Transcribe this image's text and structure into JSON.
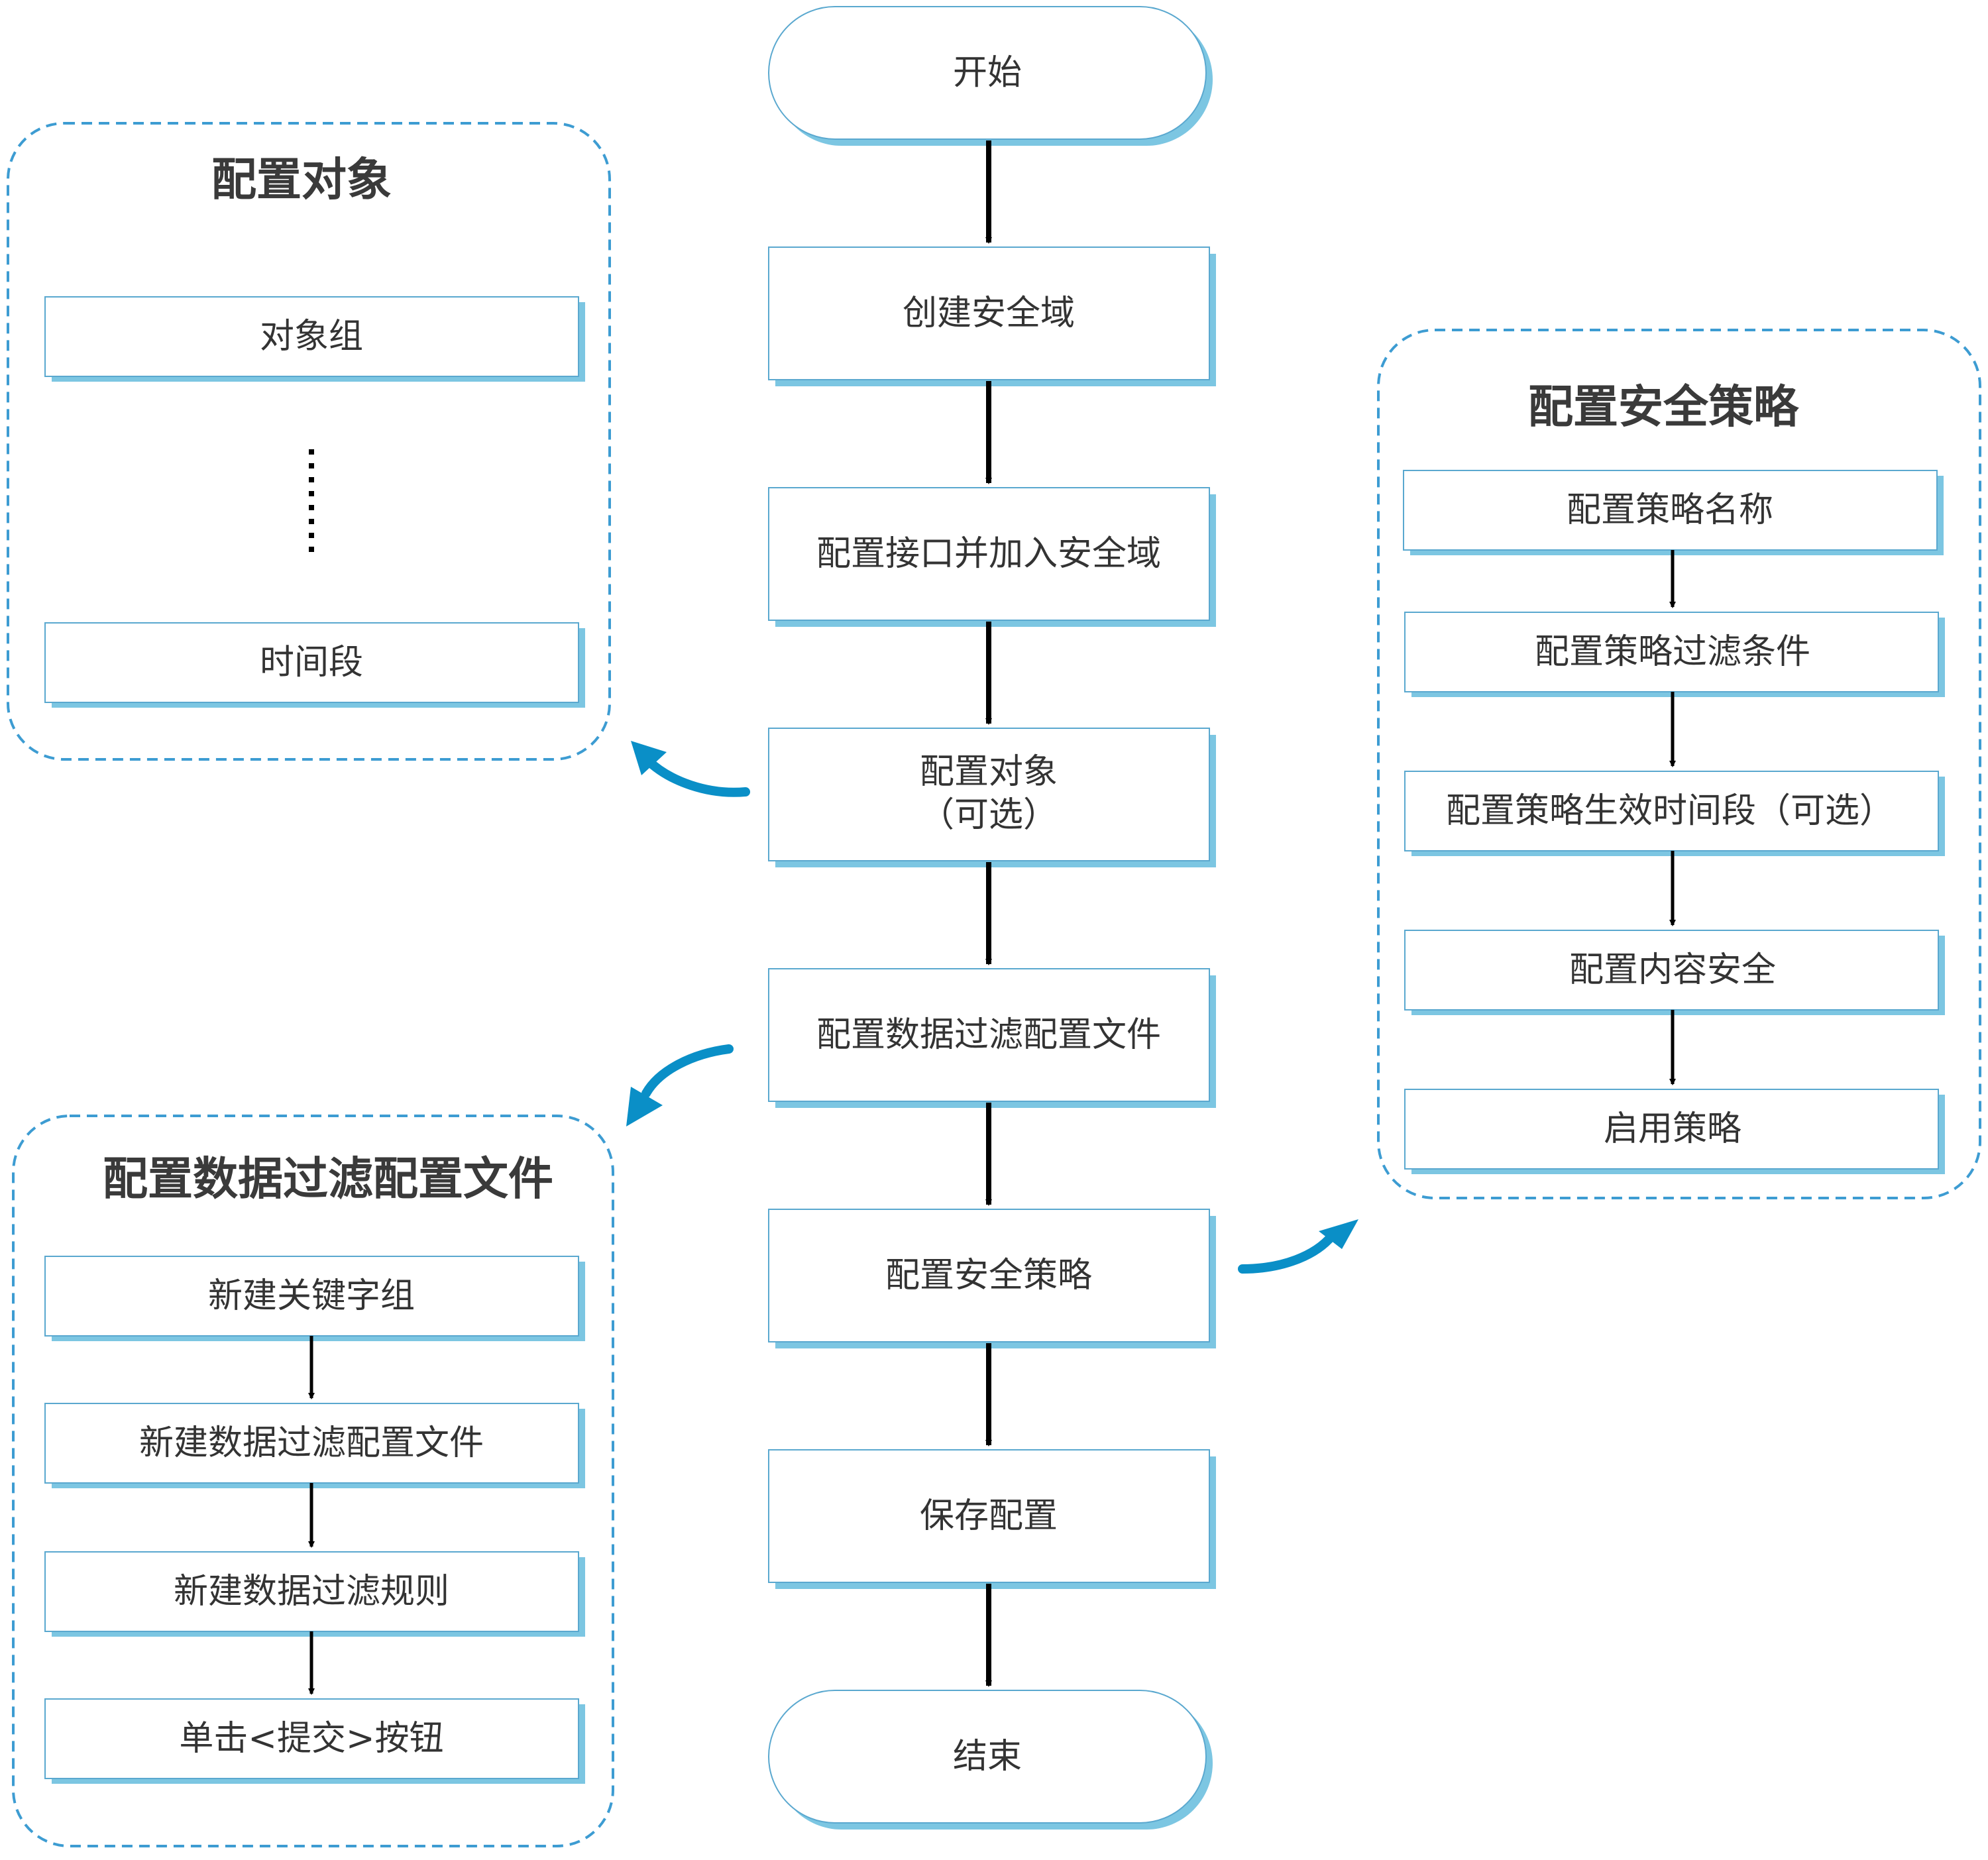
{
  "main_flow": {
    "start": "开始",
    "end": "结束",
    "steps": [
      "创建安全域",
      "配置接口并加入安全域",
      "配置对象",
      "（可选）",
      "配置数据过滤配置文件",
      "配置安全策略",
      "保存配置"
    ]
  },
  "panel_objects": {
    "title": "配置对象",
    "items": [
      "对象组",
      "时间段"
    ]
  },
  "panel_filter": {
    "title": "配置数据过滤配置文件",
    "items": [
      "新建关键字组",
      "新建数据过滤配置文件",
      "新建数据过滤规则",
      "单击<提交>按钮"
    ]
  },
  "panel_policy": {
    "title": "配置安全策略",
    "items": [
      "配置策略名称",
      "配置策略过滤条件",
      "配置策略生效时间段（可选）",
      "配置内容安全",
      "启用策略"
    ]
  },
  "colors": {
    "box_border": "#5aa8cf",
    "shadow": "#7cc6e2",
    "dashed": "#3d9cd2",
    "curve_arrow": "#0a8fc7",
    "arrow": "#000000",
    "text": "#333333"
  }
}
